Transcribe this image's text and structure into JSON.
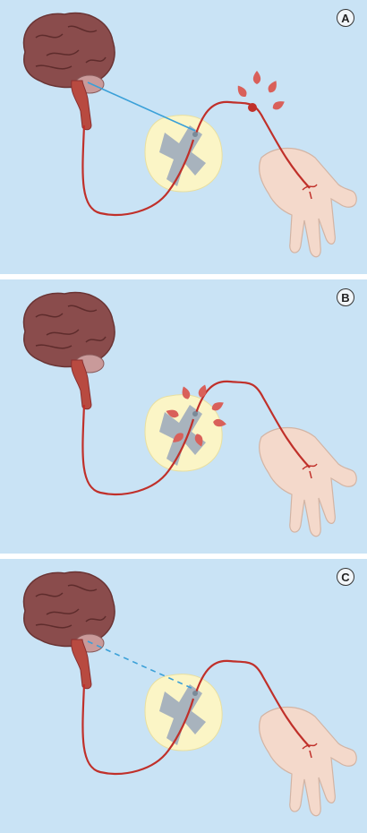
{
  "panels": [
    {
      "label": "A",
      "brain_signal": "solid",
      "pain_site": "periphery"
    },
    {
      "label": "B",
      "brain_signal": "none",
      "pain_site": "spinal-cord"
    },
    {
      "label": "C",
      "brain_signal": "dashed",
      "pain_site": "none"
    }
  ],
  "colors": {
    "background": "#c9e3f5",
    "nerve": "#c0302a",
    "brain": "#8a4c4c",
    "cord_white": "#fbf5c6",
    "cord_grey": "#a8b3bd",
    "skin": "#f4d9cb",
    "signal_line": "#3aa0d8",
    "pain_drop": "#d9605a"
  }
}
